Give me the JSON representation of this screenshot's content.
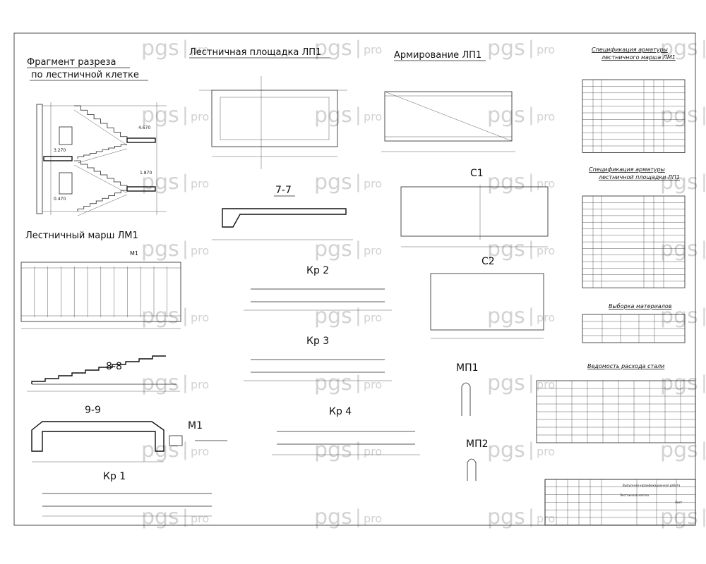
{
  "titles": {
    "fragment_line1": "Фрагмент разреза",
    "fragment_line2": "по лестничной клетке",
    "landing": "Лестничная площадка ЛП1",
    "reinforcement": "Армирование ЛП1",
    "flight": "Лестничный марш ЛМ1",
    "s1": "С1",
    "s2": "С2",
    "sec77": "7-7",
    "sec88": "8-8",
    "sec99": "9-9",
    "kr1": "Кр 1",
    "kr2": "Кр 2",
    "kr3": "Кр 3",
    "kr4": "Кр 4",
    "m1": "М1",
    "m1b": "М1",
    "mp1": "МП1",
    "mp2": "МП2"
  },
  "levels": [
    "4.670",
    "3.270",
    "1.870",
    "0.470"
  ],
  "tables": {
    "spec_flight": {
      "title1": "Спецификация арматуры",
      "title2": "лестничного марша ЛМ1"
    },
    "spec_landing": {
      "title1": "Спецификация арматуры",
      "title2": "лестничной площадки ЛП1"
    },
    "materials": {
      "title": "Выборка материалов"
    },
    "steel": {
      "title": "Ведомость расхода стали"
    }
  },
  "stamp": {
    "line1": "Выпускная квалификационная работа",
    "line2": "Лестничная клетка",
    "sheet_label": "Лист"
  },
  "watermark": {
    "text": "pgs",
    "sep": "|",
    "suffix": "pro",
    "color": "#d2d2d2"
  }
}
